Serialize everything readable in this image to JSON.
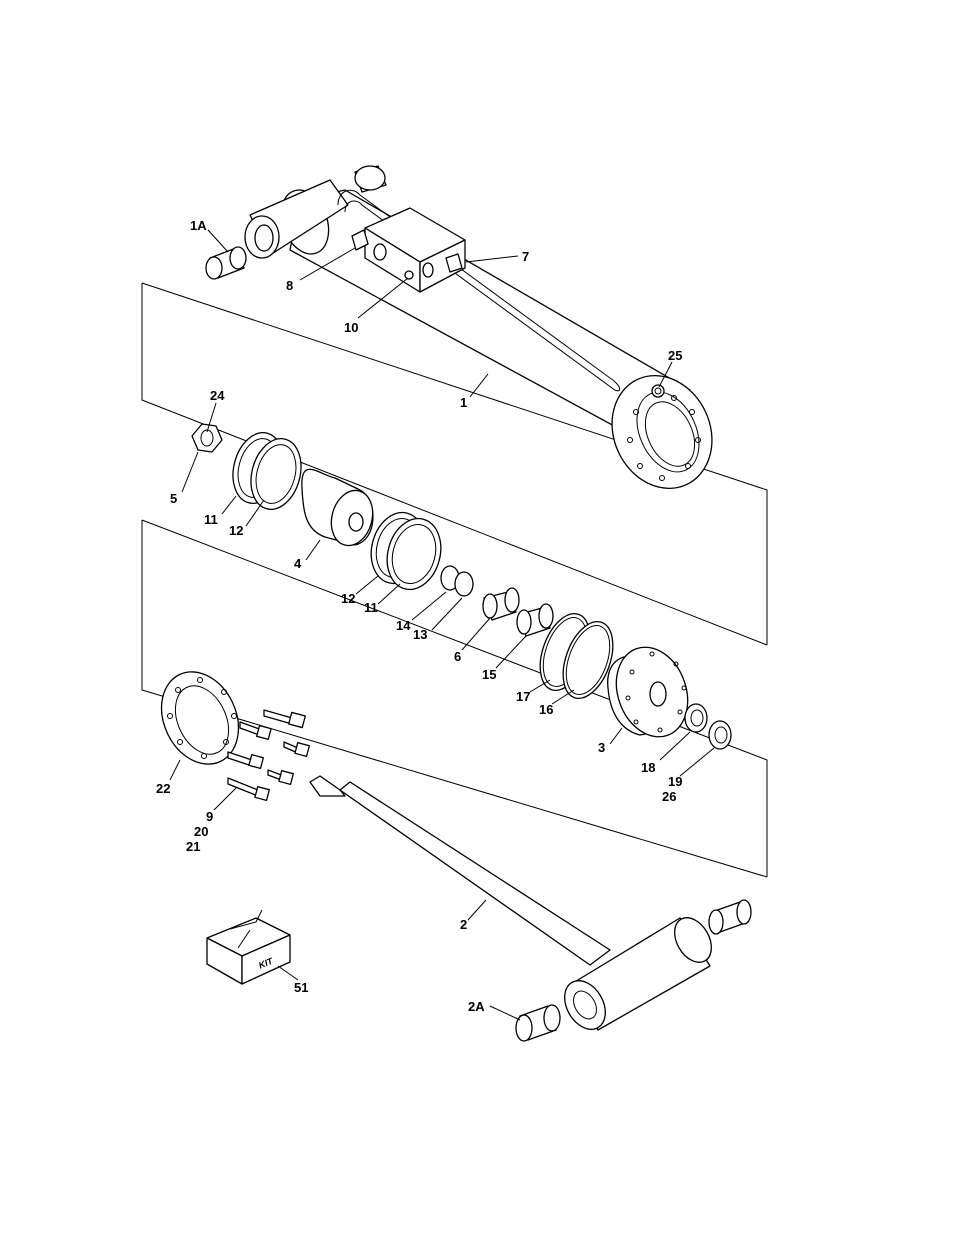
{
  "figure": {
    "callouts": {
      "c1A": "1A",
      "c7": "7",
      "c8": "8",
      "c10": "10",
      "c25": "25",
      "c1": "1",
      "c24": "24",
      "c5": "5",
      "c11a": "11",
      "c12a": "12",
      "c4": "4",
      "c12b": "12",
      "c11b": "11",
      "c14": "14",
      "c13": "13",
      "c6": "6",
      "c15": "15",
      "c17": "17",
      "c16": "16",
      "c3": "3",
      "c18": "18",
      "c19": "19",
      "c26": "26",
      "c22": "22",
      "c9": "9",
      "c20": "20",
      "c21": "21",
      "c2": "2",
      "c51": "51",
      "c2A": "2A"
    },
    "kit_label": "KIT"
  }
}
